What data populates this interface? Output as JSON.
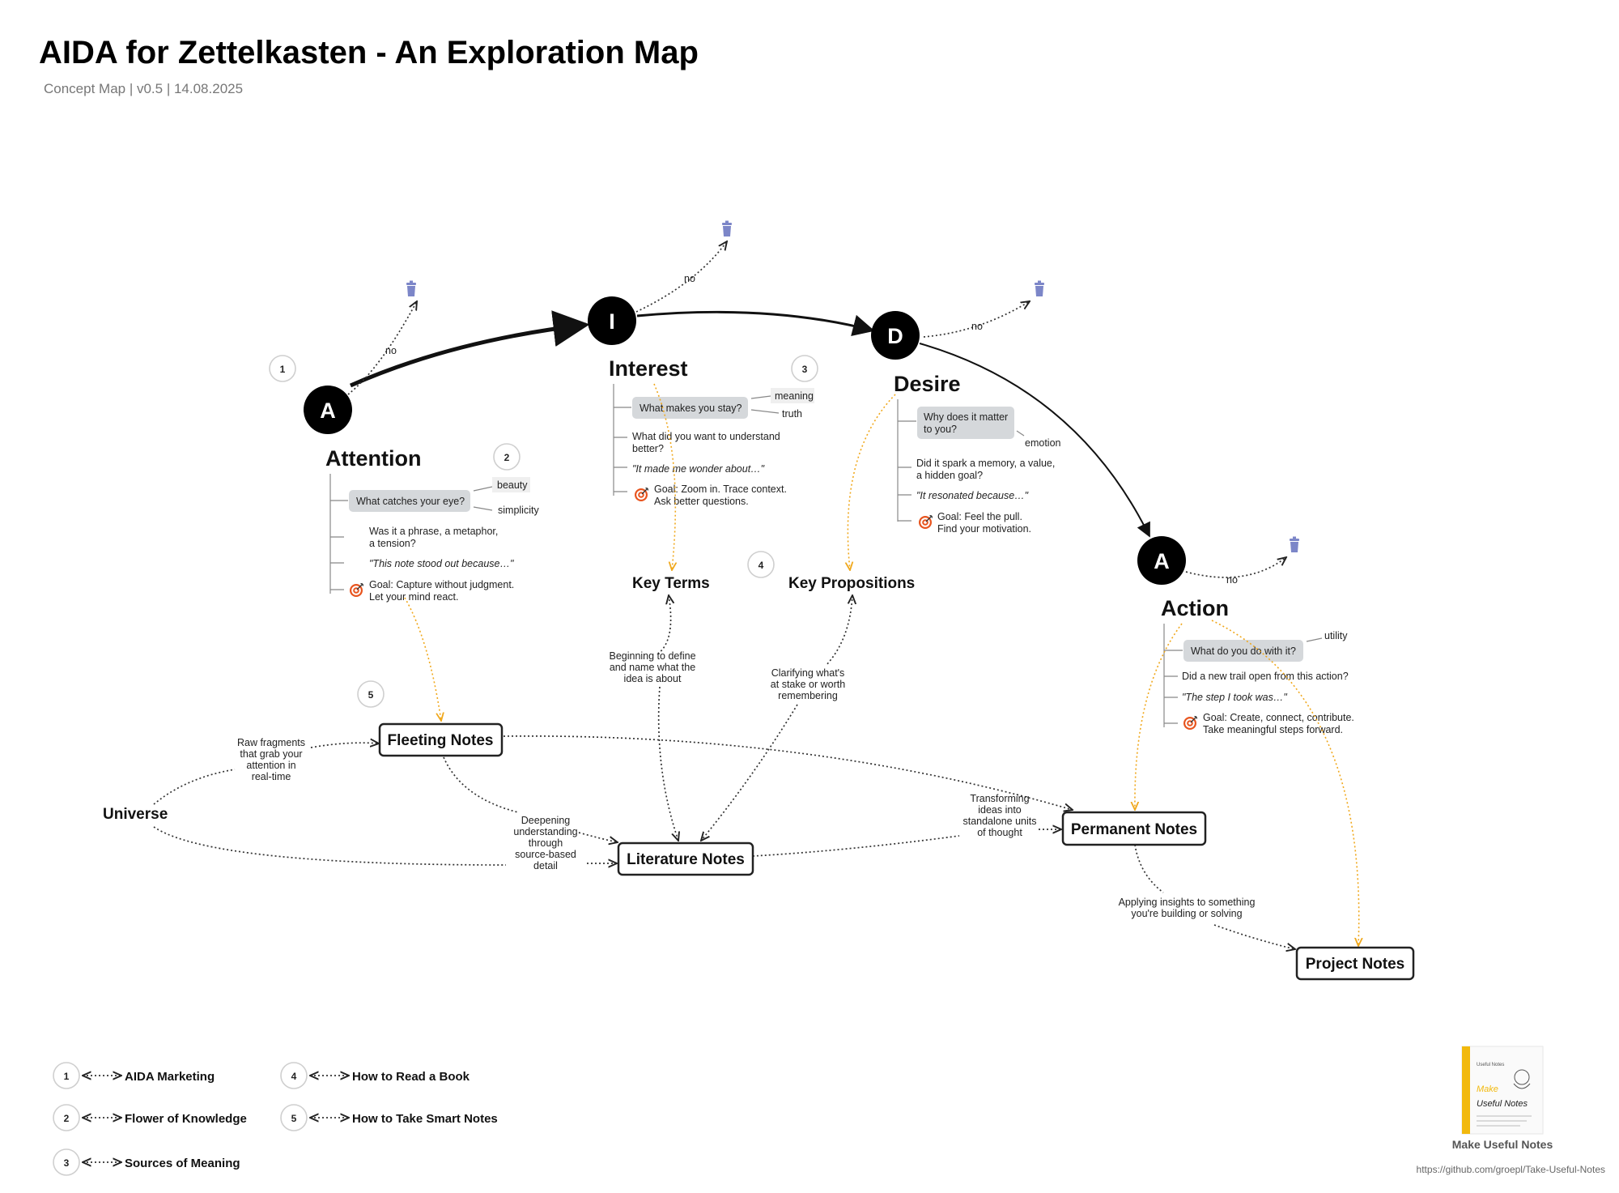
{
  "title": "AIDA for Zettelkasten -  An Exploration Map",
  "subtitle": "Concept Map | v0.5 | 14.08.2025",
  "stages": [
    {
      "letter": "A",
      "name": "Attention",
      "no_label": "no",
      "highlight_question": "What catches your eye?",
      "keywords": [
        "beauty",
        "simplicity"
      ],
      "question": [
        "Was it a phrase, a metaphor,",
        "a tension?"
      ],
      "prompt": "\"This note stood out because…\"",
      "goal": [
        "Goal: Capture without judgment.",
        "Let your mind react."
      ]
    },
    {
      "letter": "I",
      "name": "Interest",
      "no_label": "no",
      "highlight_question": "What makes you stay?",
      "keywords": [
        "meaning",
        "truth"
      ],
      "question": [
        "What did you want to understand",
        "better?"
      ],
      "prompt": "\"It made me wonder about…\"",
      "goal": [
        "Goal: Zoom in. Trace context.",
        "Ask better questions."
      ]
    },
    {
      "letter": "D",
      "name": "Desire",
      "no_label": "no",
      "highlight_question": [
        "Why does it matter",
        "to you?"
      ],
      "keywords": [
        "emotion"
      ],
      "question": [
        "Did it spark a memory, a value,",
        "a hidden goal?"
      ],
      "prompt": "\"It resonated because…\"",
      "goal": [
        "Goal: Feel the pull.",
        "Find your motivation."
      ]
    },
    {
      "letter": "A",
      "name": "Action",
      "no_label": "no",
      "highlight_question": "What do you do with it?",
      "keywords": [
        "utility"
      ],
      "question": [
        "Did a new trail open from this action?"
      ],
      "prompt": "\"The step I took was…\"",
      "goal": [
        "Goal: Create, connect, contribute.",
        "Take meaningful steps forward."
      ]
    }
  ],
  "targets": {
    "key_terms": "Key Terms",
    "key_propositions": "Key Propositions"
  },
  "notes": {
    "universe": "Universe",
    "fleeting": "Fleeting Notes",
    "literature": "Literature Notes",
    "permanent": "Permanent Notes",
    "project": "Project Notes"
  },
  "edge_labels": {
    "raw_fragments": [
      "Raw fragments",
      "that grab your",
      "attention in",
      "real-time"
    ],
    "deepening": [
      "Deepening",
      "understanding",
      "through",
      "source-based",
      "detail"
    ],
    "define_terms": [
      "Beginning to define",
      "and name what the",
      "idea is about"
    ],
    "clarifying": [
      "Clarifying what's",
      "at stake or worth",
      "remembering"
    ],
    "transforming": [
      "Transforming",
      "ideas into",
      "standalone units",
      "of thought"
    ],
    "applying": [
      "Applying insights to something",
      "you're building or solving"
    ]
  },
  "badges": [
    "1",
    "2",
    "3",
    "4",
    "5"
  ],
  "references": [
    {
      "num": "1",
      "label": "AIDA Marketing"
    },
    {
      "num": "2",
      "label": "Flower of Knowledge"
    },
    {
      "num": "3",
      "label": "Sources of Meaning"
    },
    {
      "num": "4",
      "label": "How to Read a Book"
    },
    {
      "num": "5",
      "label": "How to Take Smart Notes"
    }
  ],
  "footer": {
    "caption": "Make Useful Notes",
    "url": "https://github.com/groepl/Take-Useful-Notes",
    "book_top": "Useful Notes",
    "book_title_1": "Make",
    "book_title_2": "Useful Notes"
  },
  "colors": {
    "accent_orange": "#f0a81c",
    "trash_icon": "#7c86c8",
    "highlight_bg": "#d5d8db",
    "goal_icon": "#e8541e"
  },
  "icons": [
    "trash-icon",
    "target-icon"
  ]
}
